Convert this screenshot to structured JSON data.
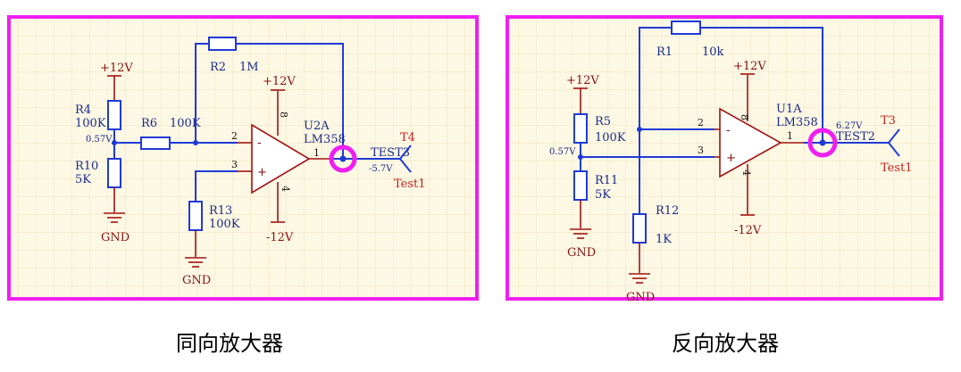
{
  "left": {
    "caption": "同向放大器",
    "vcc": "+12V",
    "vee": "-12V",
    "gnd": "GND",
    "r4": {
      "ref": "R4",
      "value": "100K"
    },
    "r10": {
      "ref": "R10",
      "value": "5K"
    },
    "r6": {
      "ref": "R6",
      "value": "100K"
    },
    "r2": {
      "ref": "R2",
      "value": "1M"
    },
    "r13": {
      "ref": "R13",
      "value": "100K"
    },
    "opamp": {
      "ref": "U2A",
      "part": "LM358",
      "pin_in_neg": "2",
      "pin_in_pos": "3",
      "pin_out": "1",
      "pin_vcc": "8",
      "pin_vee": "4"
    },
    "divider_voltage": "0.57V",
    "output_voltage": "-5.7V",
    "testpoint": {
      "net": "TEST3",
      "ref": "T4",
      "name": "Test1"
    }
  },
  "right": {
    "caption": "反向放大器",
    "vcc": "+12V",
    "vee": "-12V",
    "gnd": "GND",
    "r5": {
      "ref": "R5",
      "value": "100K"
    },
    "r11": {
      "ref": "R11",
      "value": "5K"
    },
    "r1": {
      "ref": "R1",
      "value": "10k"
    },
    "r12": {
      "ref": "R12",
      "value": "1K"
    },
    "opamp": {
      "ref": "U1A",
      "part": "LM358",
      "pin_in_neg": "2",
      "pin_in_pos": "3",
      "pin_out": "1",
      "pin_vcc": "8",
      "pin_vee": "4"
    },
    "divider_voltage": "0.57V",
    "output_voltage": "6.27V",
    "testpoint": {
      "net": "TEST2",
      "ref": "T3",
      "name": "Test1"
    }
  },
  "colors": {
    "frame": "#ee1ff0",
    "wire": "#1f3ad6",
    "component": "#a11212",
    "background": "#fdf8e4"
  }
}
